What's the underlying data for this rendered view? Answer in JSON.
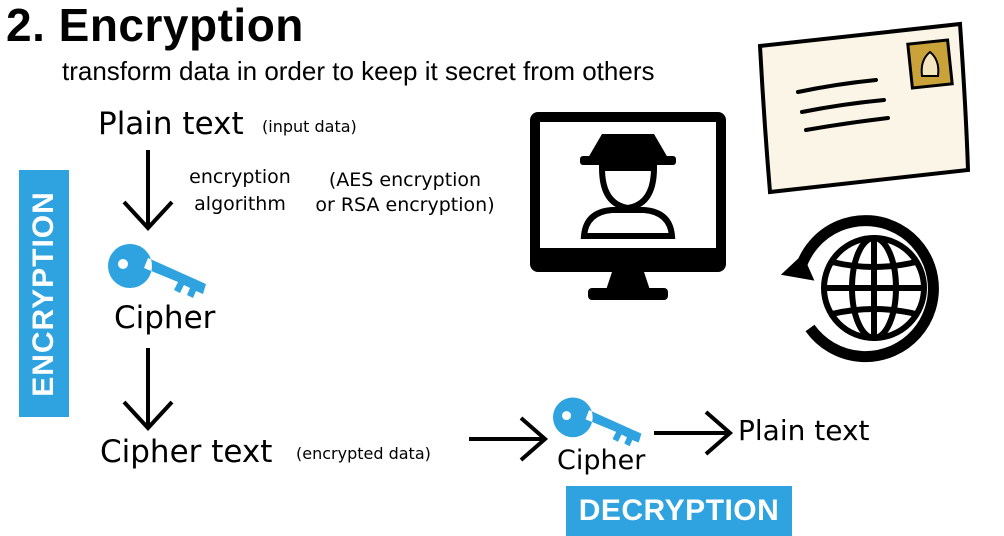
{
  "header": {
    "title": "2. Encryption",
    "subtitle": "transform data in order to keep it secret from others"
  },
  "encryption_flow": {
    "plain_text": "Plain text",
    "input_note": "(input data)",
    "algorithm_label_line1": "encryption",
    "algorithm_label_line2": "algorithm",
    "algorithm_example_line1": "(AES encryption",
    "algorithm_example_line2": "or RSA encryption)",
    "cipher_label": "Cipher",
    "cipher_text": "Cipher text",
    "encrypted_note": "(encrypted  data)"
  },
  "decryption_flow": {
    "cipher_label": "Cipher",
    "plain_text": "Plain text"
  },
  "banners": {
    "encryption": "ENCRYPTION",
    "decryption": "DECRYPTION"
  },
  "colors": {
    "accent_blue": "#2ea3df",
    "ink": "#000000",
    "envelope_paper": "#faf5e6",
    "stamp": "#c9a23a"
  },
  "icons": [
    "key-icon",
    "hacker-monitor-icon",
    "envelope-icon",
    "globe-refresh-icon",
    "arrow-down-icon",
    "arrow-right-icon"
  ]
}
